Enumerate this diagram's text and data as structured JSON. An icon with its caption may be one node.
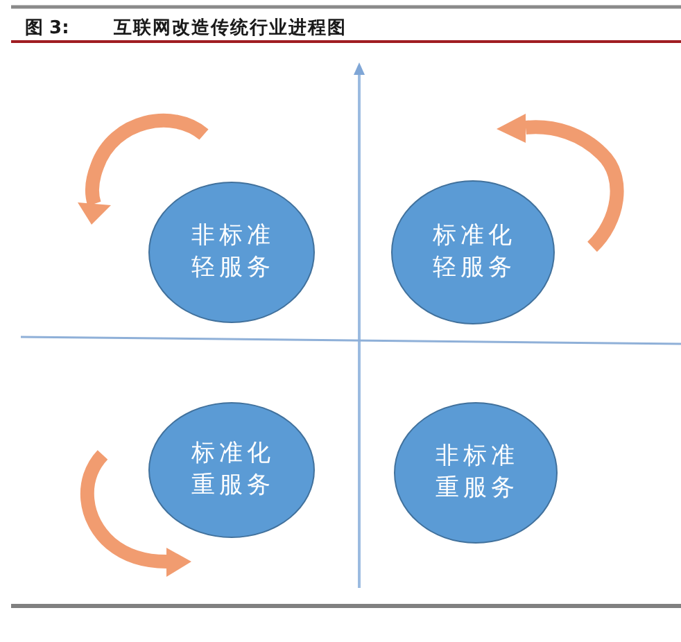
{
  "diagram": {
    "title": "互联网改造传统行业进程图",
    "nodes": [
      {
        "text": [
          "非标准轻服务"
        ]
      },
      {
        "text": [
          "标准化轻服务"
        ]
      },
      {
        "text": [
          "标准化重服务"
        ]
      },
      {
        "text": [
          "非标准重服务"
        ]
      }
    ],
    "labels": [
      "图 3:"
    ]
  }
}
